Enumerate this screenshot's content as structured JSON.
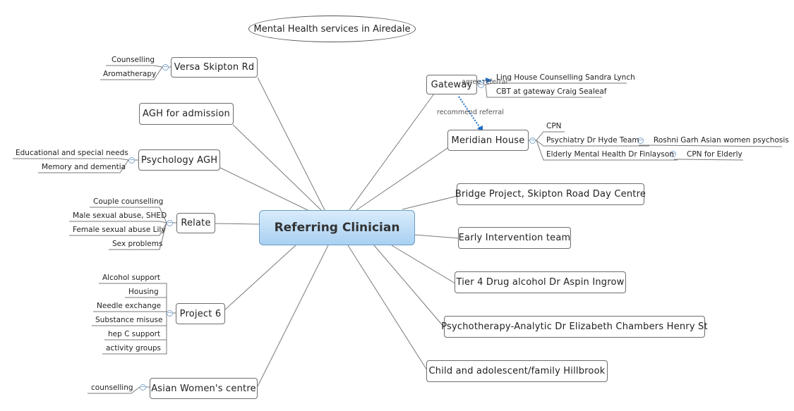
{
  "title": "Mental Health services in Airedale",
  "central": "Referring Clinician",
  "topics": {
    "versa": {
      "label": "Versa Skipton Rd",
      "children": [
        "Counselling",
        "Aromatherapy"
      ]
    },
    "agh_admission": {
      "label": "AGH for admission"
    },
    "psychology": {
      "label": "Psychology AGH",
      "children": [
        "Educational and special needs",
        "Memory and dementia"
      ]
    },
    "relate": {
      "label": "Relate",
      "children": [
        "Couple counselling",
        "Male sexual abuse, SHED",
        "Female sexual abuse Lily",
        "Sex problems"
      ]
    },
    "project6": {
      "label": "Project 6",
      "children": [
        "Alcohol support",
        "Housing",
        "Needle exchange",
        "Substance misuse",
        "hep C support",
        "activity groups"
      ]
    },
    "asian": {
      "label": "Asian Women's centre",
      "children": [
        "counselling"
      ]
    },
    "gateway": {
      "label": "Gateway",
      "children": [
        "Ling House Counselling Sandra Lynch",
        "CBT at gateway Craig Sealeaf"
      ]
    },
    "meridian": {
      "label": "Meridian House",
      "children": [
        "CPN",
        "Psychiatry Dr Hyde Team",
        "Elderly Mental Health Dr Finlayson"
      ],
      "sub": {
        "psychiatry": "Roshni Garh Asian women psychosis",
        "elderly": "CPN for Elderly"
      }
    },
    "bridge": {
      "label": "Bridge Project, Skipton Road Day Centre"
    },
    "early": {
      "label": "Early Intervention team"
    },
    "tier4": {
      "label": "Tier 4 Drug alcohol Dr Aspin Ingrow"
    },
    "psychotherapy": {
      "label": "Psychotherapy-Analytic Dr Elizabeth Chambers Henry St"
    },
    "child": {
      "label": "Child and adolescent/family Hillbrook"
    }
  },
  "relationships": {
    "agree": "agree referral",
    "recommend": "recommend referral"
  },
  "colors": {
    "central_border": "#6a9bc7",
    "relationship": "#1f6fc5"
  }
}
